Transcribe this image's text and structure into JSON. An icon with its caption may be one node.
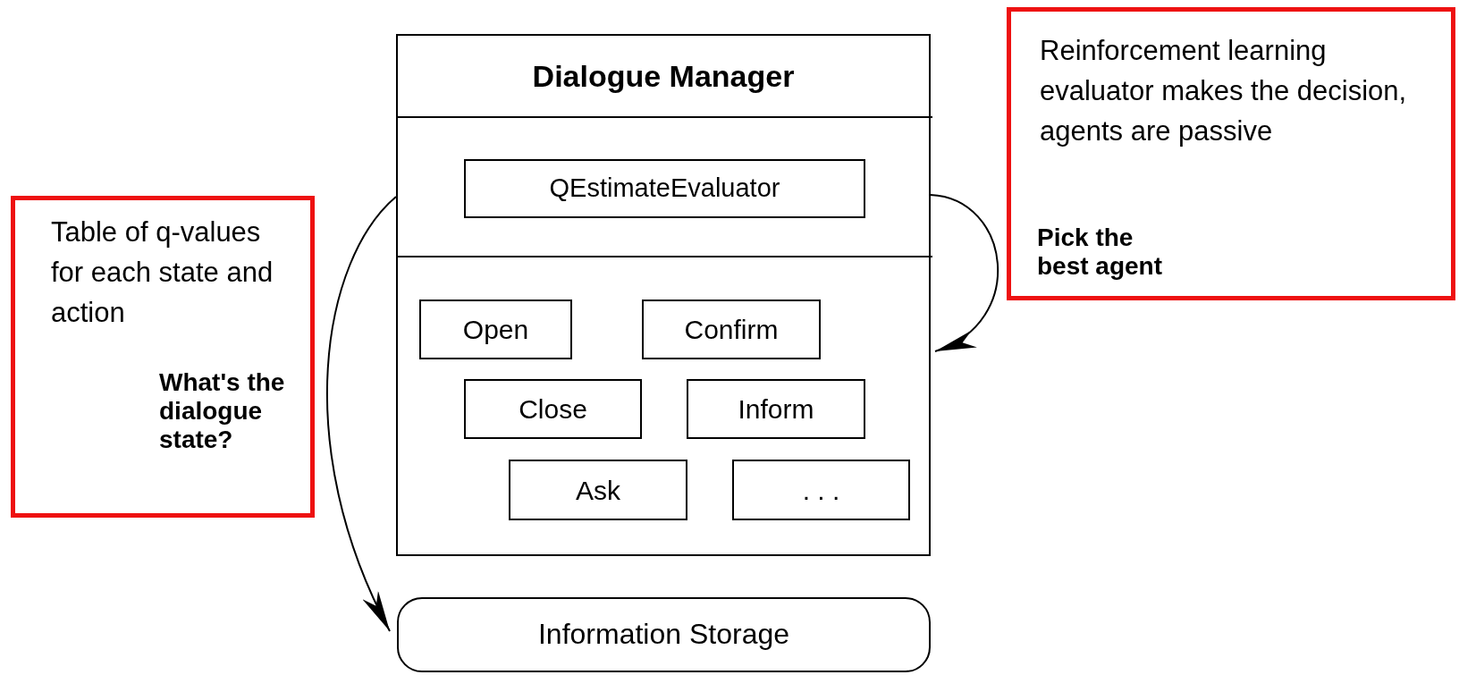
{
  "diagram": {
    "nodes": [
      {
        "text": [
          "Dialogue Manager"
        ]
      },
      {
        "text": [],
        "shape": "box",
        "in": 0
      },
      {
        "text": [
          "QEstimateEvaluator"
        ],
        "in": 1
      },
      {
        "text": [],
        "shape": "box",
        "in": 0
      },
      {
        "text": [
          "Open"
        ],
        "in": 3
      },
      {
        "text": [
          "Confirm"
        ],
        "in": 3
      },
      {
        "text": [
          "Close"
        ],
        "in": 3
      },
      {
        "text": [
          "Inform"
        ],
        "in": 3
      },
      {
        "text": [
          "Ask"
        ],
        "in": 3
      },
      {
        "text": [
          ". . ."
        ],
        "in": 3
      },
      {
        "text": [
          "Information Storage"
        ]
      },
      {
        "text": [
          "Table of q-values for each state and action"
        ]
      },
      {
        "text": [
          "Reinforcement learning evaluator makes the decision, agents are passive"
        ]
      }
    ],
    "edges": [
      {
        "from": 1,
        "to": 3,
        "arrow": "to",
        "label": "Pick the best agent"
      },
      {
        "from": 1,
        "to": 10,
        "arrow": "to",
        "label": "What's the dialogue state?"
      }
    ]
  }
}
